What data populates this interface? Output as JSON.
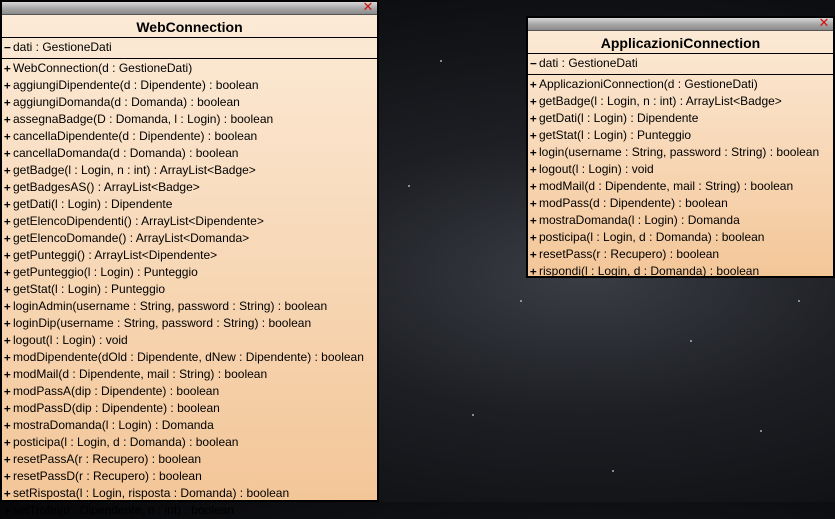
{
  "windows": [
    {
      "id": "web",
      "title": "WebConnection",
      "attributes": [
        {
          "vis": "−",
          "text": "dati : GestioneDati"
        }
      ],
      "methods": [
        {
          "vis": "+",
          "text": "WebConnection(d : GestioneDati)"
        },
        {
          "vis": "+",
          "text": "aggiungiDipendente(d : Dipendente) : boolean"
        },
        {
          "vis": "+",
          "text": "aggiungiDomanda(d : Domanda) : boolean"
        },
        {
          "vis": "+",
          "text": "assegnaBadge(D : Domanda, l : Login) : boolean"
        },
        {
          "vis": "+",
          "text": "cancellaDipendente(d : Dipendente) : boolean"
        },
        {
          "vis": "+",
          "text": "cancellaDomanda(d : Domanda) : boolean"
        },
        {
          "vis": "+",
          "text": "getBadge(l : Login, n : int) : ArrayList<Badge>"
        },
        {
          "vis": "+",
          "text": "getBadgesAS() : ArrayList<Badge>"
        },
        {
          "vis": "+",
          "text": "getDati(l : Login) : Dipendente"
        },
        {
          "vis": "+",
          "text": "getElencoDipendenti() : ArrayList<Dipendente>"
        },
        {
          "vis": "+",
          "text": "getElencoDomande() : ArrayList<Domanda>"
        },
        {
          "vis": "+",
          "text": "getPunteggi() : ArrayList<Dipendente>"
        },
        {
          "vis": "+",
          "text": "getPunteggio(l : Login) : Punteggio"
        },
        {
          "vis": "+",
          "text": "getStat(l : Login) : Punteggio"
        },
        {
          "vis": "+",
          "text": "loginAdmin(username : String, password : String) : boolean"
        },
        {
          "vis": "+",
          "text": "loginDip(username : String, password : String) : boolean"
        },
        {
          "vis": "+",
          "text": "logout(l : Login) : void"
        },
        {
          "vis": "+",
          "text": "modDipendente(dOld : Dipendente, dNew : Dipendente) : boolean"
        },
        {
          "vis": "+",
          "text": "modMail(d : Dipendente, mail : String) : boolean"
        },
        {
          "vis": "+",
          "text": "modPassA(dip : Dipendente) : boolean"
        },
        {
          "vis": "+",
          "text": "modPassD(dip : Dipendente) : boolean"
        },
        {
          "vis": "+",
          "text": "mostraDomanda(l : Login) : Domanda"
        },
        {
          "vis": "+",
          "text": "posticipa(l : Login, d : Domanda) : boolean"
        },
        {
          "vis": "+",
          "text": "resetPassA(r : Recupero) : boolean"
        },
        {
          "vis": "+",
          "text": "resetPassD(r : Recupero) : boolean"
        },
        {
          "vis": "+",
          "text": "setRisposta(l : Login, risposta : Domanda) : boolean"
        },
        {
          "vis": "+",
          "text": "setTrofei(d : Dipendente, n : int) : boolean"
        }
      ]
    },
    {
      "id": "app",
      "title": "ApplicazioniConnection",
      "attributes": [
        {
          "vis": "−",
          "text": "dati : GestioneDati"
        }
      ],
      "methods": [
        {
          "vis": "+",
          "text": "ApplicazioniConnection(d : GestioneDati)"
        },
        {
          "vis": "+",
          "text": "getBadge(l : Login, n : int) : ArrayList<Badge>"
        },
        {
          "vis": "+",
          "text": "getDati(l : Login) : Dipendente"
        },
        {
          "vis": "+",
          "text": "getStat(l : Login) : Punteggio"
        },
        {
          "vis": "+",
          "text": "login(username : String, password : String) : boolean"
        },
        {
          "vis": "+",
          "text": "logout(l : Login) : void"
        },
        {
          "vis": "+",
          "text": "modMail(d : Dipendente, mail : String) : boolean"
        },
        {
          "vis": "+",
          "text": "modPass(d : Dipendente) : boolean"
        },
        {
          "vis": "+",
          "text": "mostraDomanda(l : Login) : Domanda"
        },
        {
          "vis": "+",
          "text": "posticipa(l : Login, d : Domanda) : boolean"
        },
        {
          "vis": "+",
          "text": "resetPass(r : Recupero) : boolean"
        },
        {
          "vis": "+",
          "text": "rispondi(l : Login, d : Domanda) : boolean"
        }
      ]
    }
  ],
  "close_icon": "close-icon",
  "colors": {
    "box_top": "#fcebd8",
    "box_bottom": "#f3c698",
    "close": "#d21010"
  }
}
